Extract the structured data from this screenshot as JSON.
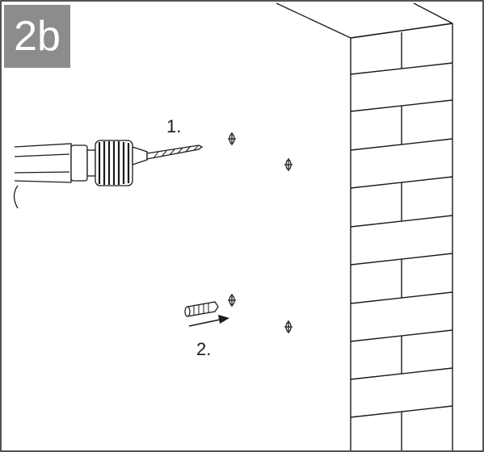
{
  "badge": {
    "label": "2b"
  },
  "steps": [
    {
      "label": "1."
    },
    {
      "label": "2."
    }
  ],
  "colors": {
    "stroke": "#1a1a1a",
    "badge_bg": "#8c8c8c",
    "badge_text": "#ffffff",
    "background": "#ffffff"
  },
  "icons": {
    "drill": "drill-icon",
    "wall_plug": "wall-plug-icon",
    "arrow": "arrow-right-icon",
    "hole_mark": "drill-hole-mark-icon",
    "brick_wall": "brick-wall-icon"
  }
}
